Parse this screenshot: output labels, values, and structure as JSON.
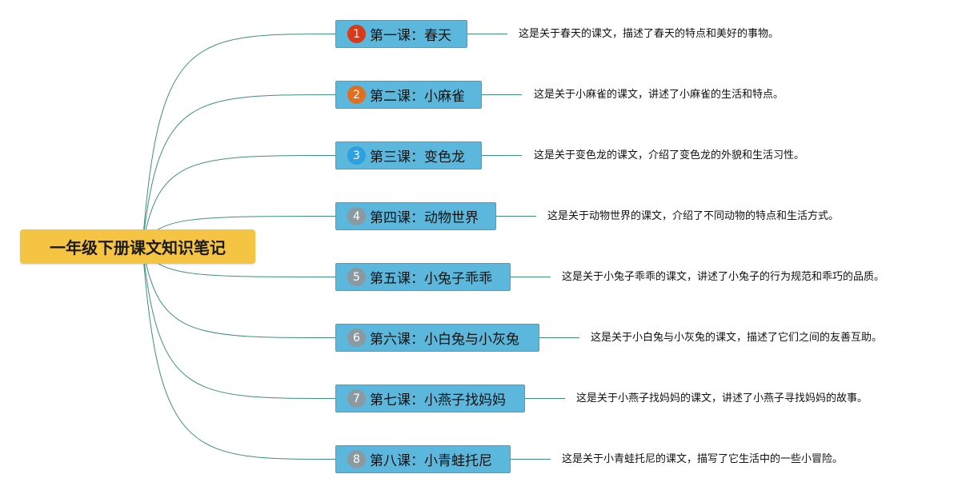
{
  "root": {
    "title": "一年级下册课文知识笔记"
  },
  "lessons": [
    {
      "number": "1",
      "badge_color": "#d93a1a",
      "title": "第一课：春天",
      "description": "这是关于春天的课文，描述了春天的特点和美好的事物。"
    },
    {
      "number": "2",
      "badge_color": "#e07020",
      "title": "第二课：小麻雀",
      "description": "这是关于小麻雀的课文，讲述了小麻雀的生活和特点。"
    },
    {
      "number": "3",
      "badge_color": "#2ea0e0",
      "title": "第三课：变色龙",
      "description": "这是关于变色龙的课文，介绍了变色龙的外貌和生活习性。"
    },
    {
      "number": "4",
      "badge_color": "#8a9aa0",
      "title": "第四课：动物世界",
      "description": "这是关于动物世界的课文，介绍了不同动物的特点和生活方式。"
    },
    {
      "number": "5",
      "badge_color": "#8a9aa0",
      "title": "第五课：小兔子乖乖",
      "description": "这是关于小兔子乖乖的课文，讲述了小兔子的行为规范和乖巧的品质。"
    },
    {
      "number": "6",
      "badge_color": "#8a9aa0",
      "title": "第六课：小白兔与小灰兔",
      "description": "这是关于小白兔与小灰兔的课文，描述了它们之间的友善互助。"
    },
    {
      "number": "7",
      "badge_color": "#8a9aa0",
      "title": "第七课：小燕子找妈妈",
      "description": "这是关于小燕子找妈妈的课文，讲述了小燕子寻找妈妈的故事。"
    },
    {
      "number": "8",
      "badge_color": "#8a9aa0",
      "title": "第八课：小青蛙托尼",
      "description": "这是关于小青蛙托尼的课文，描写了它生活中的一些小冒险。"
    }
  ],
  "colors": {
    "link": "#3e8f80",
    "root_fill": "#f6c443",
    "node_fill": "#5bb8dc"
  }
}
